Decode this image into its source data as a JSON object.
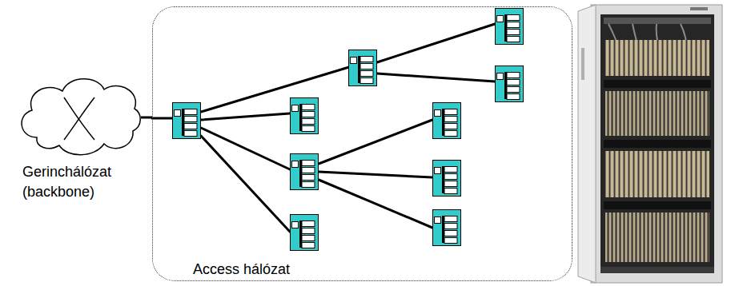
{
  "diagram": {
    "nodes": [
      {
        "text": [
          "Gerinchálózat (backbone)"
        ]
      },
      {
        "text": [
          "Access hálózat"
        ]
      }
    ],
    "edges": [
      {
        "from": 0,
        "to": 1,
        "arrow": "none"
      }
    ]
  }
}
